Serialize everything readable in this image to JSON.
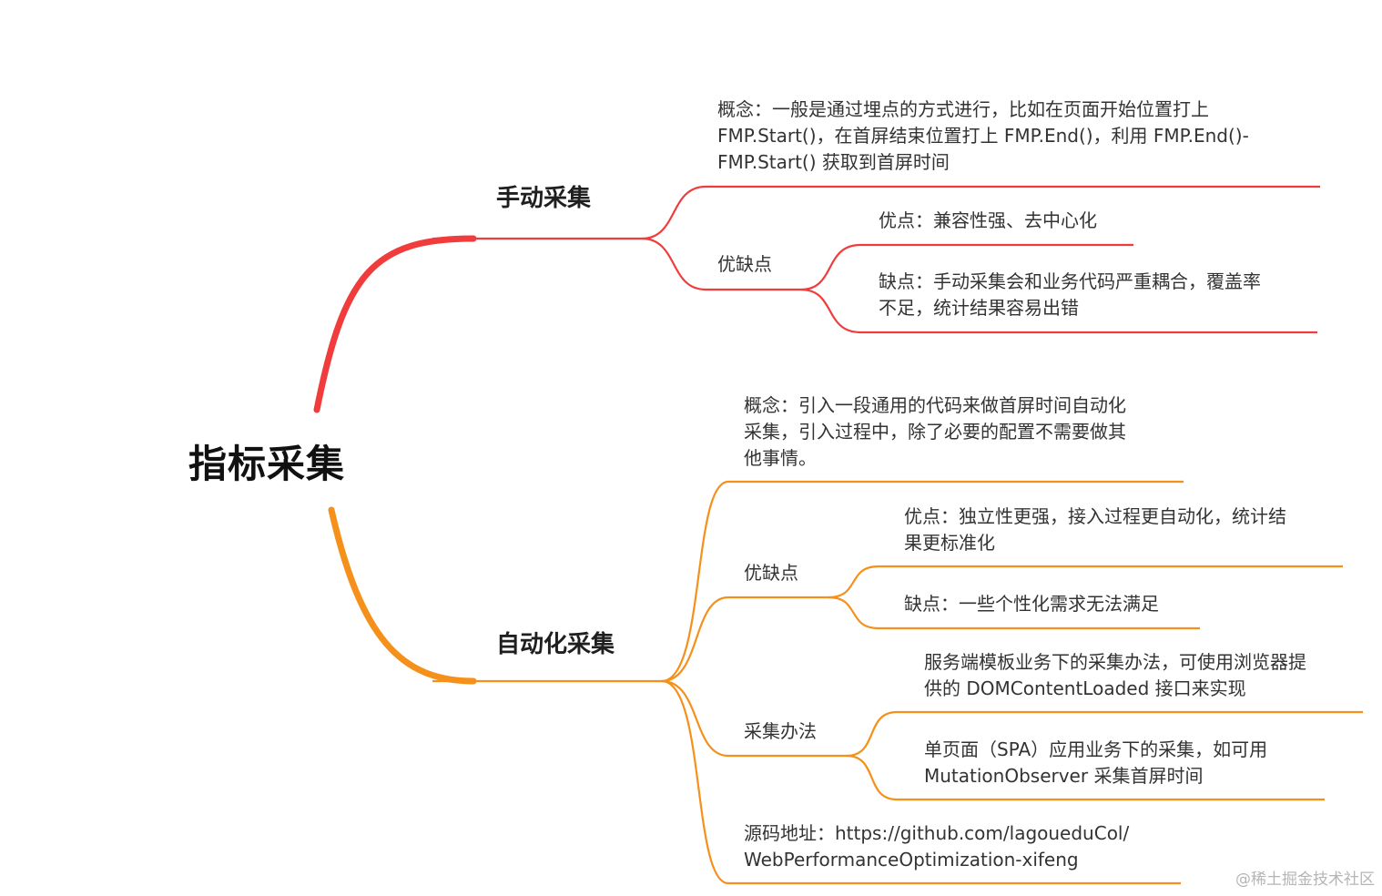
{
  "root": {
    "label": "指标采集"
  },
  "branches": [
    {
      "label": "手动采集",
      "color": "#f03c3c",
      "children": [
        {
          "lines": [
            "概念：一般是通过埋点的方式进行，比如在页面开始位置打上",
            "FMP.Start()，在首屏结束位置打上 FMP.End()，利用 FMP.End()-",
            "FMP.Start() 获取到首屏时间"
          ]
        },
        {
          "label": "优缺点",
          "children": [
            {
              "lines": [
                "优点：兼容性强、去中心化"
              ]
            },
            {
              "lines": [
                "缺点：手动采集会和业务代码严重耦合，覆盖率",
                "不足，统计结果容易出错"
              ]
            }
          ]
        }
      ]
    },
    {
      "label": "自动化采集",
      "color": "#f5901a",
      "children": [
        {
          "lines": [
            "概念：引入一段通用的代码来做首屏时间自动化",
            "采集，引入过程中，除了必要的配置不需要做其",
            "他事情。"
          ]
        },
        {
          "label": "优缺点",
          "children": [
            {
              "lines": [
                "优点：独立性更强，接入过程更自动化，统计结",
                "果更标准化"
              ]
            },
            {
              "lines": [
                "缺点：一些个性化需求无法满足"
              ]
            }
          ]
        },
        {
          "label": "采集办法",
          "children": [
            {
              "lines": [
                "服务端模板业务下的采集办法，可使用浏览器提",
                "供的 DOMContentLoaded 接口来实现"
              ]
            },
            {
              "lines": [
                "单页面（SPA）应用业务下的采集，如可用",
                "MutationObserver 采集首屏时间"
              ]
            }
          ]
        },
        {
          "lines": [
            "源码地址：https://github.com/lagoueduCol/",
            "WebPerformanceOptimization-xifeng"
          ]
        }
      ]
    }
  ],
  "watermark": "@稀土掘金技术社区"
}
